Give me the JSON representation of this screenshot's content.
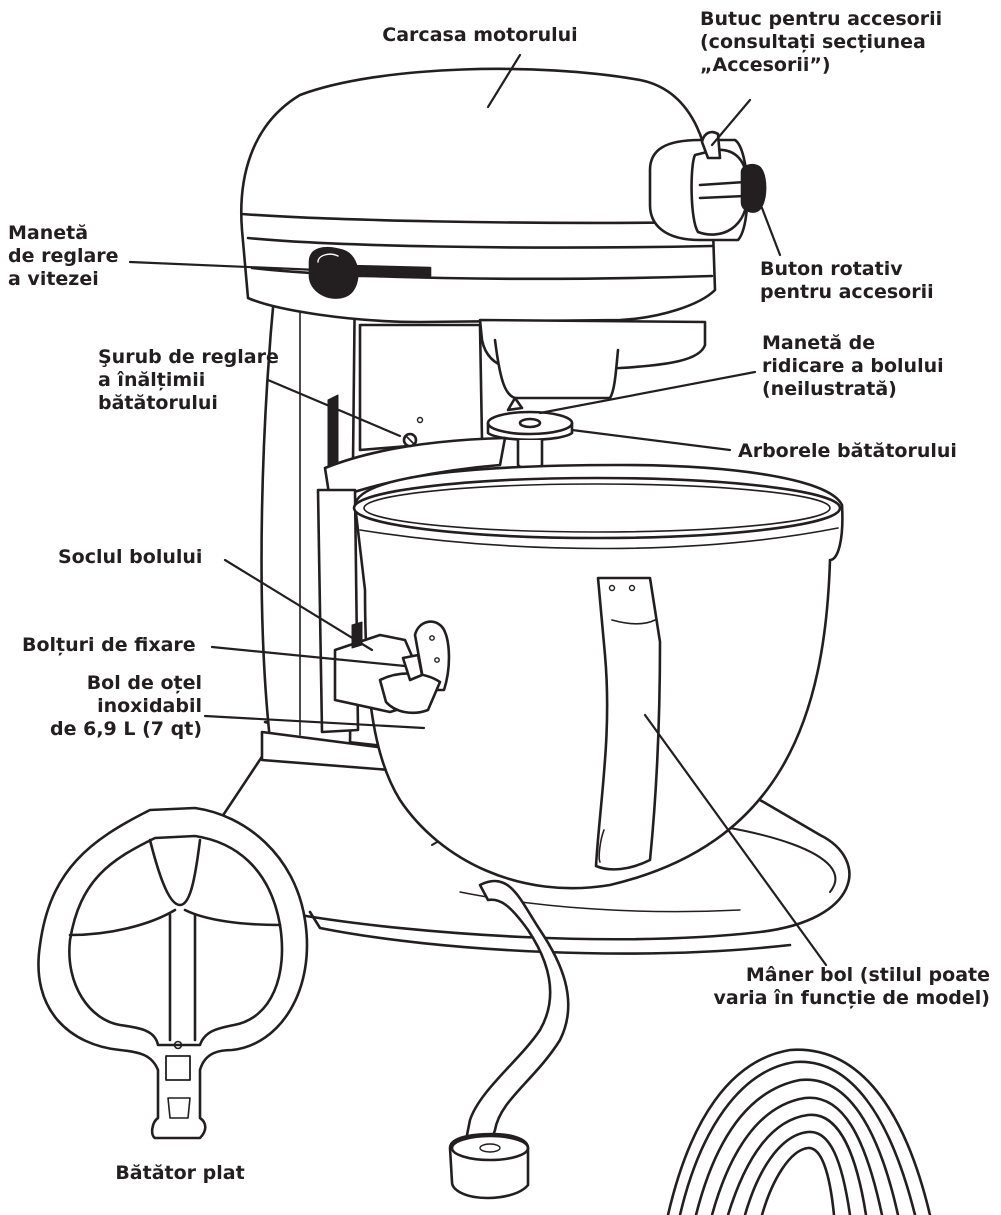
{
  "labels": {
    "motor_housing": [
      "Carcasa motorului"
    ],
    "attachment_hub": [
      "Butuc pentru accesorii",
      "(consultați secțiunea",
      "„Accesorii”)"
    ],
    "speed_control": [
      "Manetă",
      "de reglare",
      "a vitezei"
    ],
    "hub_knob": [
      "Buton rotativ",
      "pentru accesorii"
    ],
    "beater_height_screw": [
      "Şurub de reglare",
      "a înălțimii",
      "bătătorului"
    ],
    "bowl_lift_lever": [
      "Manetă de",
      "ridicare a bolului",
      "(neilustrată)"
    ],
    "beater_shaft": [
      "Arborele bătătorului"
    ],
    "bowl_support": [
      "Soclul bolului"
    ],
    "locating_pins": [
      "Bolțuri de fixare"
    ],
    "bowl": [
      "Bol de oțel",
      "inoxidabil",
      "de 6,9 L (7 qt)"
    ],
    "bowl_handle": [
      "Mâner bol (stilul poate",
      "varia în funcție de model)"
    ],
    "flat_beater": [
      "Bătător plat"
    ]
  },
  "colors": {
    "ink": "#231f20",
    "fill": "#ffffff"
  }
}
